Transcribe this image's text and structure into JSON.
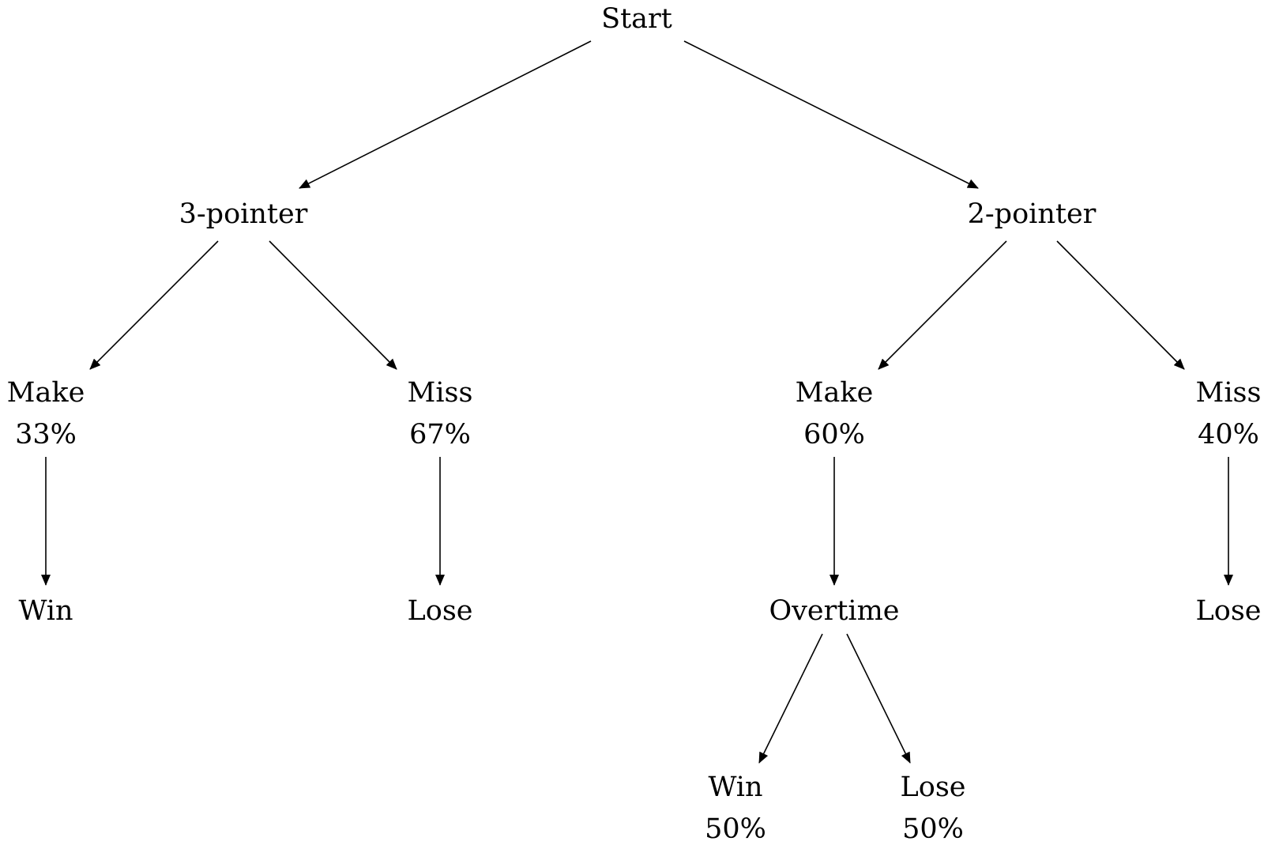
{
  "nodes": {
    "start": {
      "label": "Start"
    },
    "three_pointer": {
      "label": "3-pointer"
    },
    "two_pointer": {
      "label": "2-pointer"
    },
    "three_make": {
      "label": "Make",
      "probability": "33%"
    },
    "three_miss": {
      "label": "Miss",
      "probability": "67%"
    },
    "two_make": {
      "label": "Make",
      "probability": "60%"
    },
    "two_miss": {
      "label": "Miss",
      "probability": "40%"
    },
    "three_make_outcome": {
      "label": "Win"
    },
    "three_miss_outcome": {
      "label": "Lose"
    },
    "overtime": {
      "label": "Overtime"
    },
    "two_miss_outcome": {
      "label": "Lose"
    },
    "overtime_win": {
      "label": "Win",
      "probability": "50%"
    },
    "overtime_lose": {
      "label": "Lose",
      "probability": "50%"
    }
  },
  "edges": [
    {
      "from": "start",
      "to": "three_pointer"
    },
    {
      "from": "start",
      "to": "two_pointer"
    },
    {
      "from": "three_pointer",
      "to": "three_make"
    },
    {
      "from": "three_pointer",
      "to": "three_miss"
    },
    {
      "from": "two_pointer",
      "to": "two_make"
    },
    {
      "from": "two_pointer",
      "to": "two_miss"
    },
    {
      "from": "three_make",
      "to": "three_make_outcome"
    },
    {
      "from": "three_miss",
      "to": "three_miss_outcome"
    },
    {
      "from": "two_make",
      "to": "overtime"
    },
    {
      "from": "two_miss",
      "to": "two_miss_outcome"
    },
    {
      "from": "overtime",
      "to": "overtime_win"
    },
    {
      "from": "overtime",
      "to": "overtime_lose"
    }
  ]
}
